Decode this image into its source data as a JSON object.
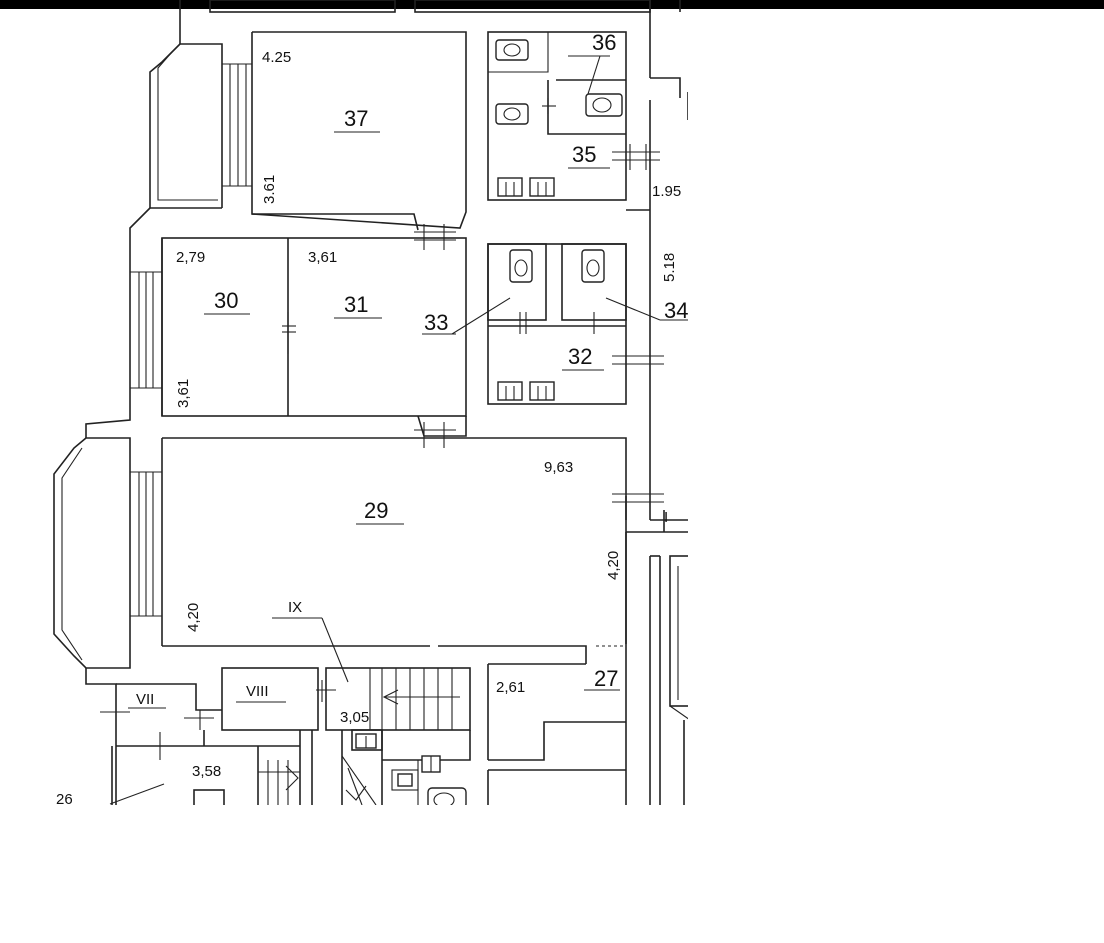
{
  "colors": {
    "background": "#ffffff",
    "lines": "#222222",
    "top_bar": "#000000"
  },
  "floor_plan": {
    "rooms": [
      {
        "number": "37",
        "dims": [
          "4.25",
          "3.61"
        ]
      },
      {
        "number": "36",
        "dims": []
      },
      {
        "number": "35",
        "dims": []
      },
      {
        "number": "30",
        "dims": [
          "2,79",
          "3,61"
        ]
      },
      {
        "number": "31",
        "dims": [
          "3,61"
        ]
      },
      {
        "number": "33",
        "dims": []
      },
      {
        "number": "34",
        "dims": []
      },
      {
        "number": "32",
        "dims": []
      },
      {
        "number": "29",
        "dims": [
          "9,63",
          "4,20",
          "4,20"
        ]
      },
      {
        "number": "27",
        "dims": [
          "2,61"
        ]
      },
      {
        "number": "26",
        "dims": [
          "3,58"
        ]
      }
    ],
    "corridor_dims": [
      "1.95",
      "5.18"
    ],
    "roman_labels": [
      "VII",
      "VIII",
      "IX"
    ],
    "stair_dim": "3,05",
    "marker_I": "I"
  }
}
